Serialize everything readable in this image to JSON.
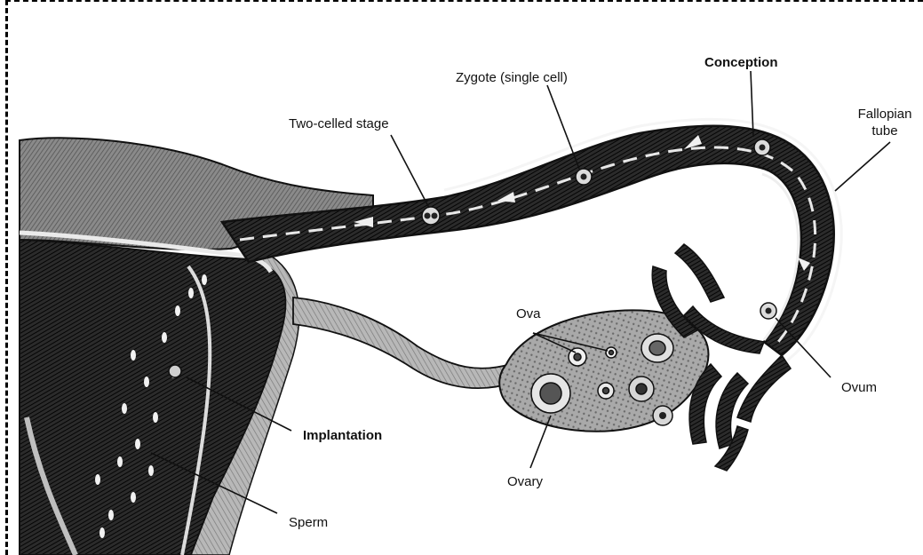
{
  "labels": {
    "conception": "Conception",
    "zygote": "Zygote (single cell)",
    "fallopian_line1": "Fallopian",
    "fallopian_line2": "tube",
    "two_celled": "Two-celled stage",
    "ova": "Ova",
    "ovum": "Ovum",
    "implantation": "Implantation",
    "ovary": "Ovary",
    "sperm": "Sperm"
  }
}
